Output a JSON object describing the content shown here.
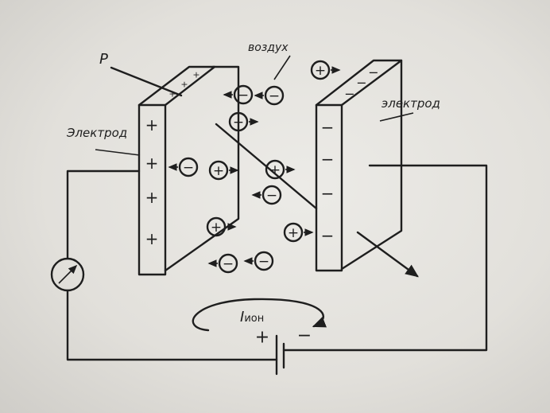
{
  "labels": {
    "p": "P",
    "air": "воздух",
    "electrode_right": "электрод",
    "electrode_left": "Электрод",
    "current_symbol": "I",
    "current_subscript": "ион",
    "battery_plus": "+",
    "battery_minus": "−"
  },
  "left_electrode_charges": [
    "+",
    "+",
    "+",
    "+"
  ],
  "left_top_charges": [
    "+",
    "+",
    "+"
  ],
  "right_electrode_charges": [
    "−",
    "−",
    "−",
    "−"
  ],
  "right_top_charges": [
    "−",
    "−",
    "−"
  ],
  "ions": [
    "−",
    "−",
    "+",
    "−",
    "+",
    "+",
    "−",
    "+",
    "+",
    "+",
    "−",
    "−"
  ],
  "colors": {
    "ink": "#1e1e1e",
    "paper": "#e6e4df"
  }
}
